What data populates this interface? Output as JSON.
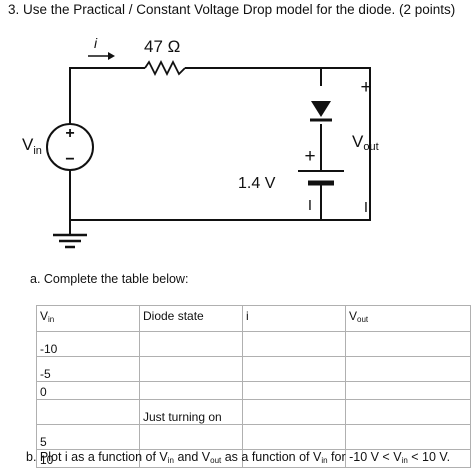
{
  "question": {
    "title": "3. Use the Practical / Constant Voltage Drop model for the diode. (2 points)"
  },
  "circuit": {
    "current_label": "i",
    "resistor_label": "47 Ω",
    "source_label_main": "V",
    "source_label_sub": "in",
    "source_plus": "+",
    "source_minus": "−",
    "battery_label": "1.4 V",
    "battery_plus": "+",
    "battery_minus": "I",
    "output_label_main": "V",
    "output_label_sub": "out",
    "output_plus": "+",
    "output_minus": "I"
  },
  "part_a": {
    "instruction": "a. Complete the table below:",
    "headers": {
      "vin_main": "V",
      "vin_sub": "in",
      "diode_state": "Diode state",
      "current": "i",
      "vout_main": "V",
      "vout_sub": "out"
    },
    "rows": [
      {
        "vin": "-10",
        "diode_state": "",
        "current": "",
        "vout": ""
      },
      {
        "vin": "-5",
        "diode_state": "",
        "current": "",
        "vout": ""
      },
      {
        "vin": "0",
        "diode_state": "",
        "current": "",
        "vout": ""
      },
      {
        "vin": "",
        "diode_state": "Just turning on",
        "current": "",
        "vout": ""
      },
      {
        "vin": "5",
        "diode_state": "",
        "current": "",
        "vout": ""
      },
      {
        "vin": "10",
        "diode_state": "",
        "current": "",
        "vout": ""
      }
    ]
  },
  "part_b": {
    "t1": "b. Plot i as a function of V",
    "s1": "in",
    "t2": " and V",
    "s2": "out",
    "t3": " as a function of V",
    "s3": "in",
    "t4": " for -10 V < V",
    "s4": "in",
    "t5": " < 10 V."
  }
}
